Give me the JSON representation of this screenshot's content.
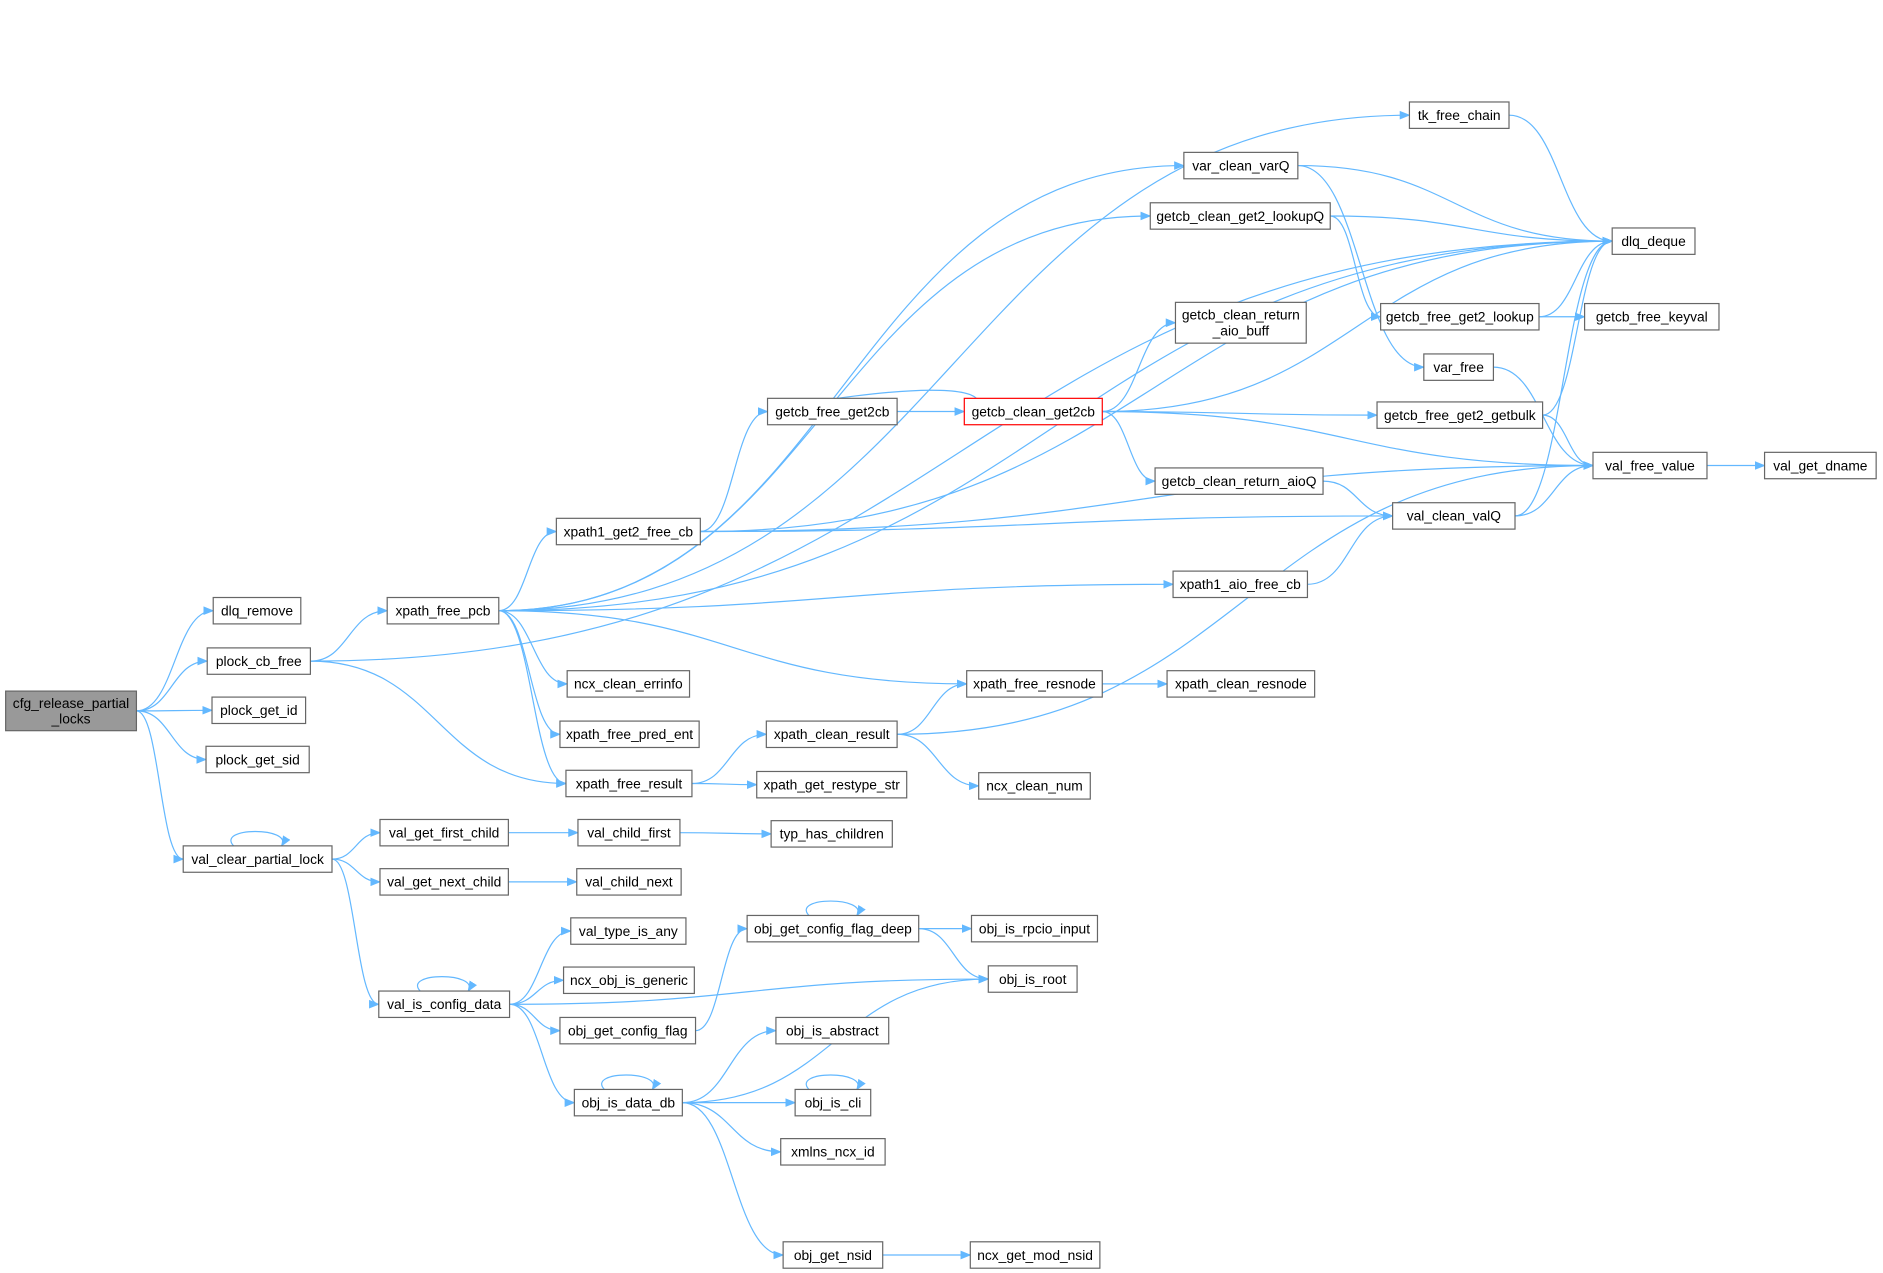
{
  "graph": {
    "nodes": {
      "cfg": {
        "label": "cfg_release_partial\n_locks",
        "style": "root"
      },
      "dlq_remove": {
        "label": "dlq_remove"
      },
      "plock_cb_free": {
        "label": "plock_cb_free"
      },
      "plock_get_id": {
        "label": "plock_get_id"
      },
      "plock_get_sid": {
        "label": "plock_get_sid"
      },
      "val_clear_partial_lock": {
        "label": "val_clear_partial_lock"
      },
      "xpath_free_pcb": {
        "label": "xpath_free_pcb"
      },
      "ncx_clean_errinfo": {
        "label": "ncx_clean_errinfo"
      },
      "xpath_free_pred_ent": {
        "label": "xpath_free_pred_ent"
      },
      "xpath_free_result": {
        "label": "xpath_free_result"
      },
      "val_get_first_child": {
        "label": "val_get_first_child"
      },
      "val_get_next_child": {
        "label": "val_get_next_child"
      },
      "val_is_config_data": {
        "label": "val_is_config_data"
      },
      "xpath1_get2_free_cb": {
        "label": "xpath1_get2_free_cb"
      },
      "getcb_free_get2cb": {
        "label": "getcb_free_get2cb"
      },
      "getcb_clean_get2cb": {
        "label": "getcb_clean_get2cb",
        "style": "red"
      },
      "getcb_clean_return_aio_buff": {
        "label": "getcb_clean_return\n_aio_buff"
      },
      "getcb_clean_get2_lookupQ": {
        "label": "getcb_clean_get2_lookupQ"
      },
      "var_clean_varQ": {
        "label": "var_clean_varQ"
      },
      "tk_free_chain": {
        "label": "tk_free_chain"
      },
      "dlq_deque": {
        "label": "dlq_deque"
      },
      "getcb_free_get2_lookup": {
        "label": "getcb_free_get2_lookup"
      },
      "getcb_free_keyval": {
        "label": "getcb_free_keyval"
      },
      "var_free": {
        "label": "var_free"
      },
      "getcb_free_get2_getbulk": {
        "label": "getcb_free_get2_getbulk"
      },
      "val_free_value": {
        "label": "val_free_value"
      },
      "val_get_dname": {
        "label": "val_get_dname"
      },
      "getcb_clean_return_aioQ": {
        "label": "getcb_clean_return_aioQ"
      },
      "val_clean_valQ": {
        "label": "val_clean_valQ"
      },
      "xpath1_aio_free_cb": {
        "label": "xpath1_aio_free_cb"
      },
      "xpath_free_resnode": {
        "label": "xpath_free_resnode"
      },
      "xpath_clean_resnode": {
        "label": "xpath_clean_resnode"
      },
      "xpath_clean_result": {
        "label": "xpath_clean_result"
      },
      "xpath_get_restype_str": {
        "label": "xpath_get_restype_str"
      },
      "ncx_clean_num": {
        "label": "ncx_clean_num"
      },
      "val_child_first": {
        "label": "val_child_first"
      },
      "typ_has_children": {
        "label": "typ_has_children"
      },
      "val_child_next": {
        "label": "val_child_next"
      },
      "val_type_is_any": {
        "label": "val_type_is_any"
      },
      "ncx_obj_is_generic": {
        "label": "ncx_obj_is_generic"
      },
      "obj_get_config_flag": {
        "label": "obj_get_config_flag"
      },
      "obj_get_config_flag_deep": {
        "label": "obj_get_config_flag_deep"
      },
      "obj_is_rpcio_input": {
        "label": "obj_is_rpcio_input"
      },
      "obj_is_root": {
        "label": "obj_is_root"
      },
      "obj_is_abstract": {
        "label": "obj_is_abstract"
      },
      "obj_is_data_db": {
        "label": "obj_is_data_db"
      },
      "obj_is_cli": {
        "label": "obj_is_cli"
      },
      "xmlns_ncx_id": {
        "label": "xmlns_ncx_id"
      },
      "obj_get_nsid": {
        "label": "obj_get_nsid"
      },
      "ncx_get_mod_nsid": {
        "label": "ncx_get_mod_nsid"
      }
    },
    "edges": [
      [
        "cfg",
        "dlq_remove"
      ],
      [
        "cfg",
        "plock_cb_free"
      ],
      [
        "cfg",
        "plock_get_id"
      ],
      [
        "cfg",
        "plock_get_sid"
      ],
      [
        "cfg",
        "val_clear_partial_lock"
      ],
      [
        "plock_cb_free",
        "xpath_free_pcb"
      ],
      [
        "plock_cb_free",
        "dlq_deque"
      ],
      [
        "plock_cb_free",
        "xpath_free_result"
      ],
      [
        "xpath_free_pcb",
        "dlq_deque"
      ],
      [
        "xpath_free_pcb",
        "tk_free_chain"
      ],
      [
        "xpath_free_pcb",
        "var_clean_varQ"
      ],
      [
        "xpath_free_pcb",
        "getcb_clean_get2_lookupQ"
      ],
      [
        "xpath_free_pcb",
        "xpath1_get2_free_cb"
      ],
      [
        "xpath_free_pcb",
        "xpath1_aio_free_cb"
      ],
      [
        "xpath_free_pcb",
        "xpath_free_resnode"
      ],
      [
        "xpath_free_pcb",
        "ncx_clean_errinfo"
      ],
      [
        "xpath_free_pcb",
        "xpath_free_pred_ent"
      ],
      [
        "xpath_free_pcb",
        "xpath_free_result"
      ],
      [
        "xpath1_get2_free_cb",
        "getcb_free_get2cb"
      ],
      [
        "xpath1_get2_free_cb",
        "dlq_deque"
      ],
      [
        "xpath1_get2_free_cb",
        "val_clean_valQ"
      ],
      [
        "xpath1_get2_free_cb",
        "val_free_value"
      ],
      [
        "getcb_free_get2cb",
        "getcb_clean_get2cb"
      ],
      [
        "getcb_clean_get2cb",
        "getcb_free_get2cb"
      ],
      [
        "getcb_clean_get2cb",
        "dlq_deque"
      ],
      [
        "getcb_clean_get2cb",
        "getcb_clean_return_aio_buff"
      ],
      [
        "getcb_clean_get2cb",
        "getcb_free_get2_getbulk"
      ],
      [
        "getcb_clean_get2cb",
        "val_free_value"
      ],
      [
        "getcb_clean_get2cb",
        "getcb_clean_return_aioQ"
      ],
      [
        "getcb_clean_return_aioQ",
        "val_clean_valQ"
      ],
      [
        "val_clean_valQ",
        "dlq_deque"
      ],
      [
        "val_clean_valQ",
        "val_free_value"
      ],
      [
        "xpath1_aio_free_cb",
        "val_clean_valQ"
      ],
      [
        "var_clean_varQ",
        "dlq_deque"
      ],
      [
        "var_clean_varQ",
        "var_free"
      ],
      [
        "getcb_clean_get2_lookupQ",
        "dlq_deque"
      ],
      [
        "getcb_clean_get2_lookupQ",
        "getcb_free_get2_lookup"
      ],
      [
        "getcb_free_get2_lookup",
        "dlq_deque"
      ],
      [
        "getcb_free_get2_lookup",
        "getcb_free_keyval"
      ],
      [
        "getcb_free_get2_getbulk",
        "dlq_deque"
      ],
      [
        "getcb_free_get2_getbulk",
        "val_free_value"
      ],
      [
        "var_free",
        "val_free_value"
      ],
      [
        "tk_free_chain",
        "dlq_deque"
      ],
      [
        "val_free_value",
        "val_get_dname"
      ],
      [
        "xpath_free_result",
        "xpath_clean_result"
      ],
      [
        "xpath_free_result",
        "xpath_get_restype_str"
      ],
      [
        "xpath_clean_result",
        "xpath_free_resnode"
      ],
      [
        "xpath_clean_result",
        "ncx_clean_num"
      ],
      [
        "xpath_clean_result",
        "val_free_value"
      ],
      [
        "xpath_free_resnode",
        "xpath_clean_resnode"
      ],
      [
        "val_clear_partial_lock",
        "val_clear_partial_lock"
      ],
      [
        "val_clear_partial_lock",
        "val_get_first_child"
      ],
      [
        "val_clear_partial_lock",
        "val_get_next_child"
      ],
      [
        "val_clear_partial_lock",
        "val_is_config_data"
      ],
      [
        "val_get_first_child",
        "val_child_first"
      ],
      [
        "val_child_first",
        "typ_has_children"
      ],
      [
        "val_get_next_child",
        "val_child_next"
      ],
      [
        "val_is_config_data",
        "val_is_config_data"
      ],
      [
        "val_is_config_data",
        "val_type_is_any"
      ],
      [
        "val_is_config_data",
        "ncx_obj_is_generic"
      ],
      [
        "val_is_config_data",
        "obj_get_config_flag"
      ],
      [
        "val_is_config_data",
        "obj_is_data_db"
      ],
      [
        "val_is_config_data",
        "obj_is_root"
      ],
      [
        "obj_get_config_flag",
        "obj_get_config_flag_deep"
      ],
      [
        "obj_get_config_flag_deep",
        "obj_get_config_flag_deep"
      ],
      [
        "obj_get_config_flag_deep",
        "obj_is_rpcio_input"
      ],
      [
        "obj_get_config_flag_deep",
        "obj_is_root"
      ],
      [
        "obj_is_data_db",
        "obj_is_data_db"
      ],
      [
        "obj_is_data_db",
        "obj_is_root"
      ],
      [
        "obj_is_data_db",
        "obj_is_abstract"
      ],
      [
        "obj_is_data_db",
        "obj_is_cli"
      ],
      [
        "obj_is_data_db",
        "xmlns_ncx_id"
      ],
      [
        "obj_is_data_db",
        "obj_get_nsid"
      ],
      [
        "obj_is_cli",
        "obj_is_cli"
      ],
      [
        "obj_get_nsid",
        "ncx_get_mod_nsid"
      ]
    ],
    "colors": {
      "edge": "#63b8ff",
      "root_fill": "#999999",
      "highlight": "#ff0000"
    }
  }
}
